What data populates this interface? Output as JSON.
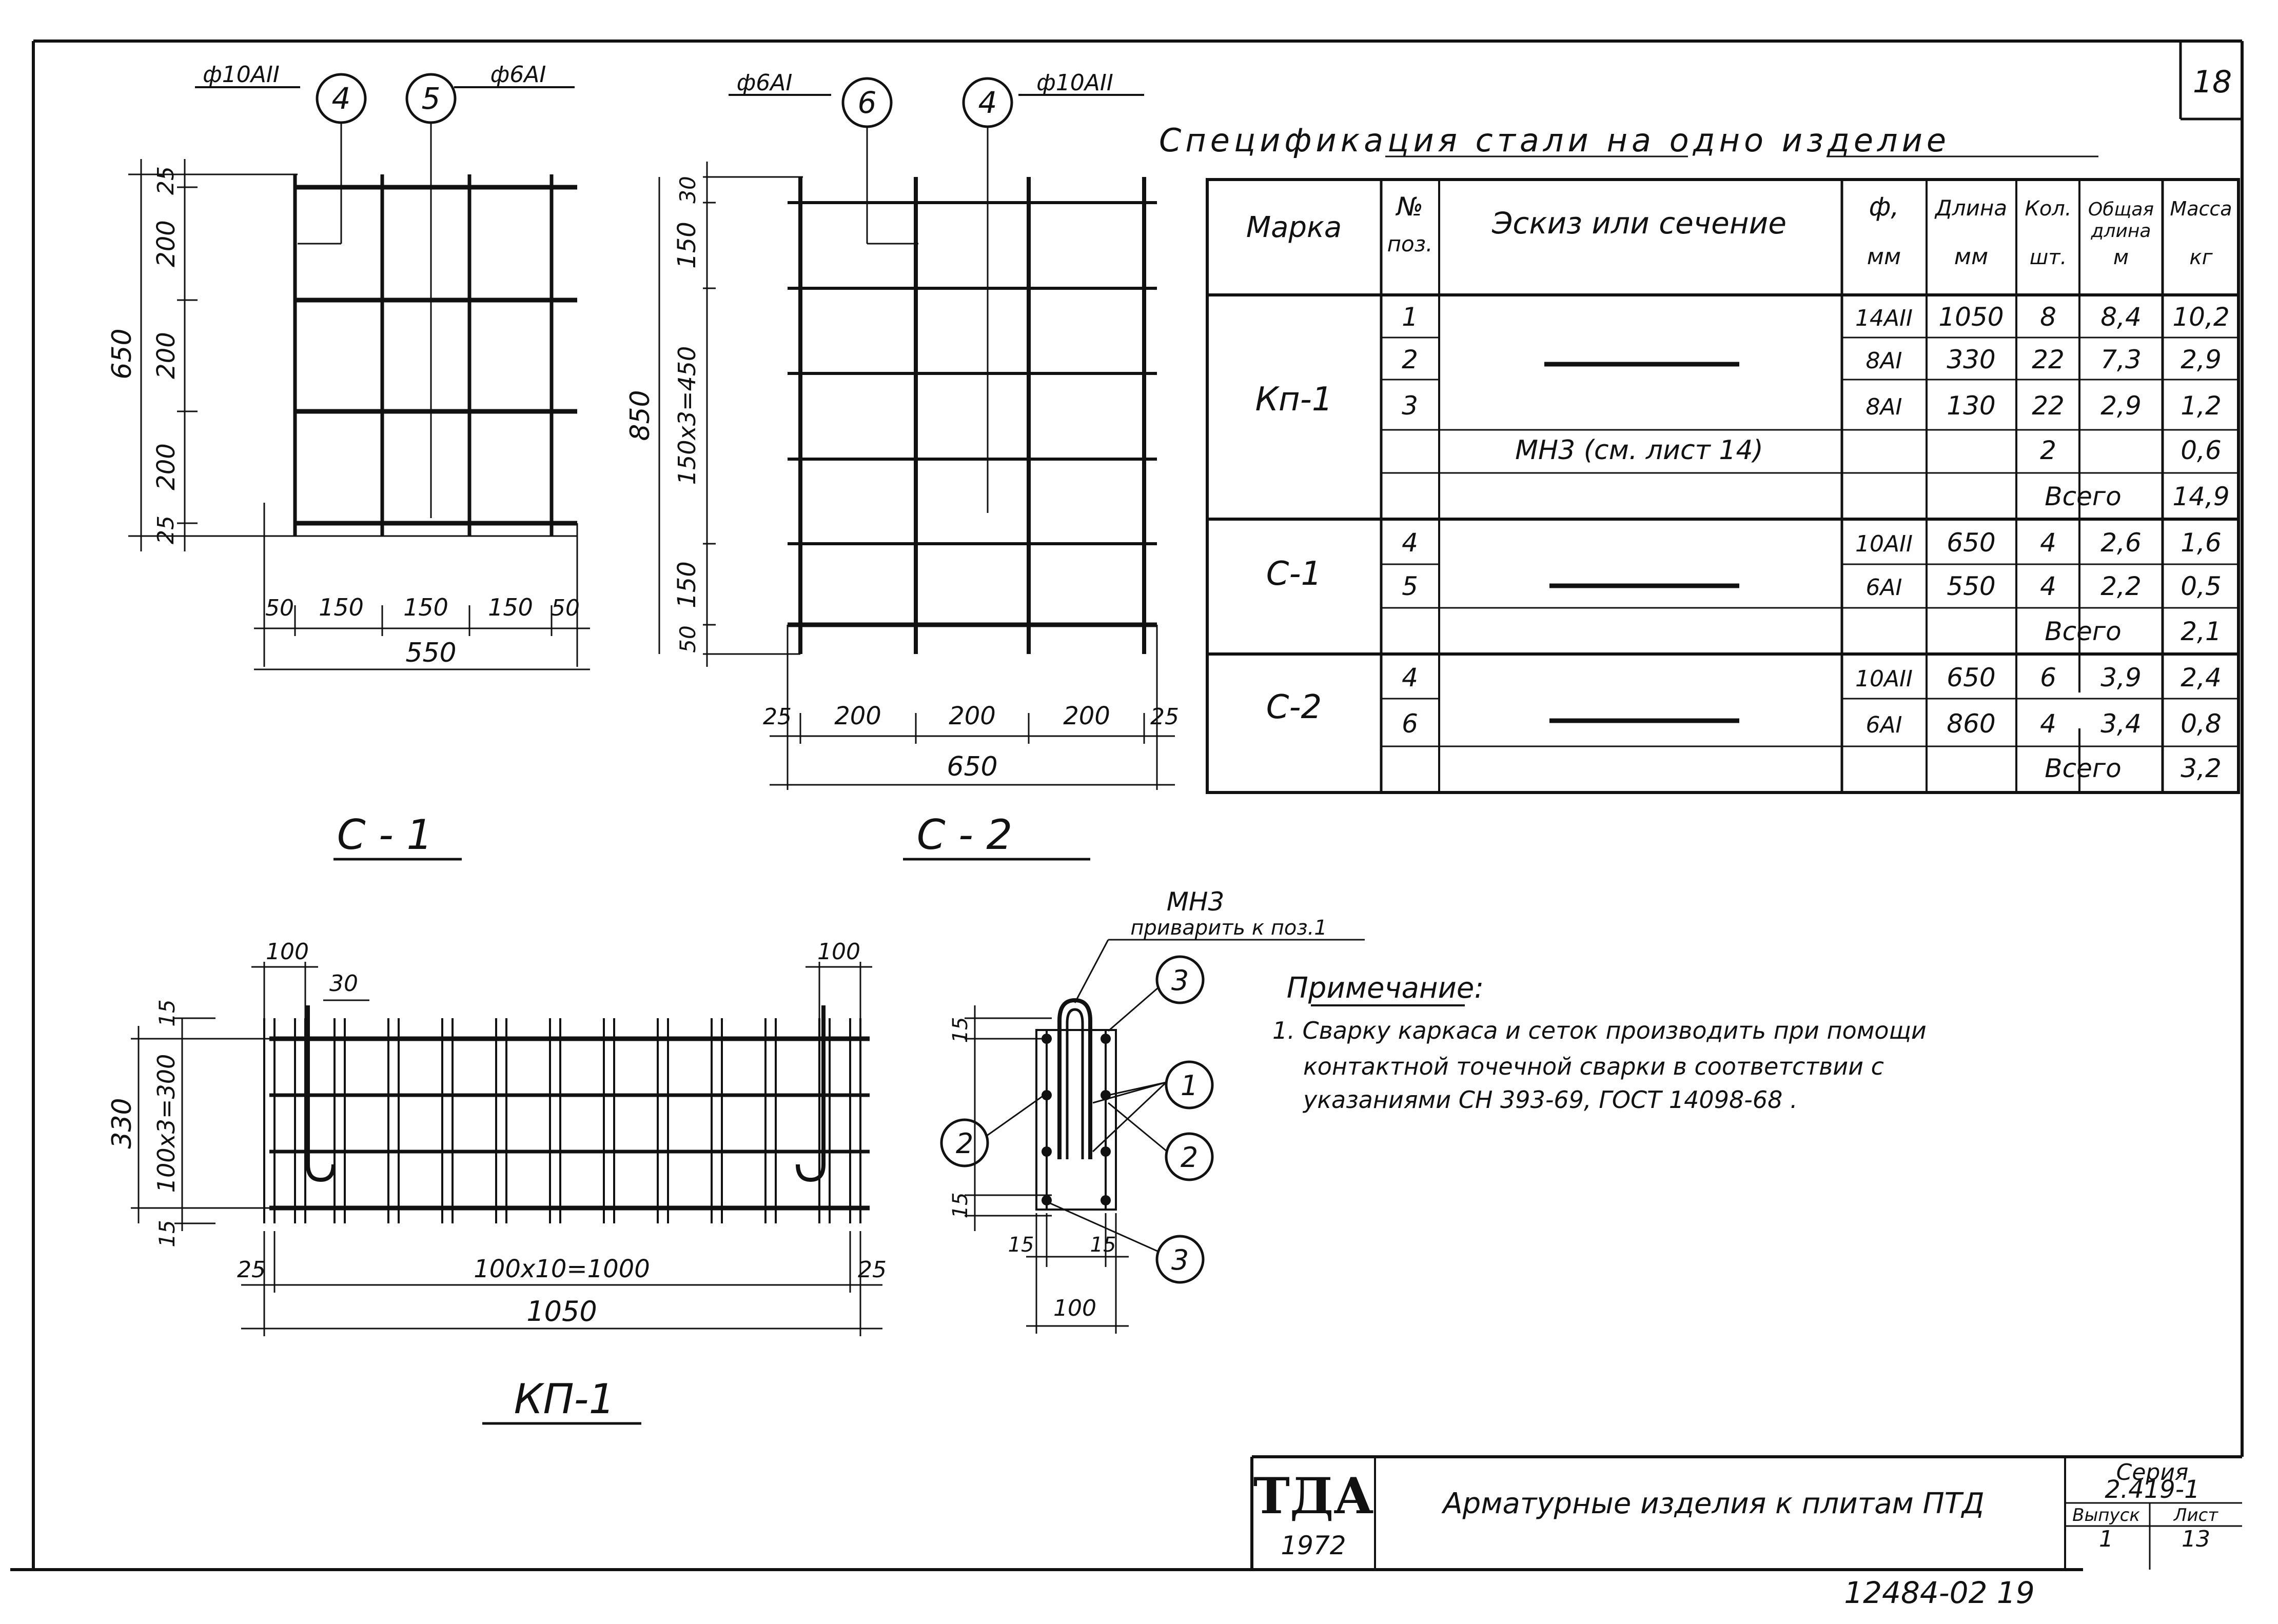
{
  "sheet": {
    "corner_number": "18",
    "footer_code": "12484-02   19"
  },
  "spec": {
    "title": "Спецификация стали на одно изделие",
    "headers": {
      "mark": "Марка",
      "pos": [
        "№",
        "поз."
      ],
      "sketch": "Эскиз или сечение",
      "dia": [
        "ф,",
        "мм"
      ],
      "len": [
        "Длина",
        "мм"
      ],
      "qty": [
        "Кол.",
        "шт."
      ],
      "total": [
        "Общая",
        "длина",
        "м"
      ],
      "mass": [
        "Масса",
        "кг"
      ]
    },
    "groups": [
      {
        "mark": "Кп-1",
        "rows": [
          {
            "pos": "1",
            "dia": "14AII",
            "len": "1050",
            "qty": "8",
            "total": "8,4",
            "mass": "10,2"
          },
          {
            "pos": "2",
            "dia": "8AI",
            "len": "330",
            "qty": "22",
            "total": "7,3",
            "mass": "2,9"
          },
          {
            "pos": "3",
            "dia": "8AI",
            "len": "130",
            "qty": "22",
            "total": "2,9",
            "mass": "1,2"
          },
          {
            "sketch": "МН3  (см. лист 14)",
            "qty": "2",
            "mass": "0,6"
          }
        ],
        "total_label": "Всего",
        "total_mass": "14,9"
      },
      {
        "mark": "С-1",
        "rows": [
          {
            "pos": "4",
            "dia": "10AII",
            "len": "650",
            "qty": "4",
            "total": "2,6",
            "mass": "1,6"
          },
          {
            "pos": "5",
            "dia": "6AI",
            "len": "550",
            "qty": "4",
            "total": "2,2",
            "mass": "0,5"
          }
        ],
        "total_label": "Всего",
        "total_mass": "2,1"
      },
      {
        "mark": "С-2",
        "rows": [
          {
            "pos": "4",
            "dia": "10AII",
            "len": "650",
            "qty": "6",
            "total": "3,9",
            "mass": "2,4"
          },
          {
            "pos": "6",
            "dia": "6AI",
            "len": "860",
            "qty": "4",
            "total": "3,4",
            "mass": "0,8"
          }
        ],
        "total_label": "Всего",
        "total_mass": "3,2"
      }
    ]
  },
  "c1": {
    "title": "С - 1",
    "callouts": [
      {
        "num": "4",
        "label": "ф10AII"
      },
      {
        "num": "5",
        "label": "ф6AI"
      }
    ],
    "dims_left": [
      "25",
      "200",
      "200",
      "200",
      "25"
    ],
    "dim_total_left": "650",
    "dims_bottom": [
      "50",
      "150",
      "150",
      "150",
      "50"
    ],
    "dim_total_bottom": "550"
  },
  "c2": {
    "title": "С - 2",
    "callouts": [
      {
        "num": "6",
        "label": "ф6AI"
      },
      {
        "num": "4",
        "label": "ф10AII"
      }
    ],
    "dims_left": [
      "30",
      "150",
      "150x3=450",
      "150",
      "50"
    ],
    "dim_total_left": "850",
    "dims_bottom": [
      "25",
      "200",
      "200",
      "200",
      "25"
    ],
    "dim_total_bottom": "650"
  },
  "kp1": {
    "title": "КП-1",
    "dims_top": [
      "100",
      "30",
      "100"
    ],
    "dims_left": [
      "15",
      "100x3=300",
      "15"
    ],
    "dim_total_left": "330",
    "dims_bottom": [
      "25",
      "100x10=1000",
      "25"
    ],
    "dim_total_bottom": "1050"
  },
  "section": {
    "label_top": "МН3",
    "label_note": "приварить к поз.1",
    "callouts": [
      "3",
      "1",
      "2",
      "2",
      "3"
    ],
    "dims": [
      "15",
      "15",
      "15",
      "15",
      "100"
    ]
  },
  "note": {
    "heading": "Примечание:",
    "lines": [
      "1. Сварку каркаса и сеток производить при помощи",
      "контактной точечной сварки в соответствии  с",
      "указаниями  СН 393-69,  ГОСТ  14098-68 ."
    ]
  },
  "stamp": {
    "logo": "ТДА",
    "year": "1972",
    "title": "Арматурные изделия к плитам ПТД",
    "series_label": "Серия",
    "series": "2.419-1",
    "issue_label": "Выпуск",
    "issue": "1",
    "sheet_label": "Лист",
    "sheet": "13"
  }
}
